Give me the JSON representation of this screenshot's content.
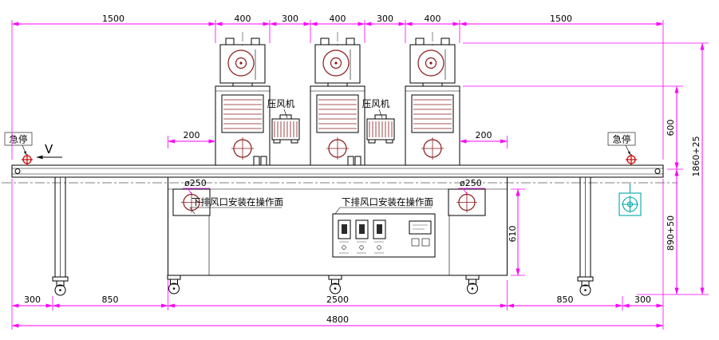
{
  "dims": {
    "top": [
      "1500",
      "400",
      "300",
      "400",
      "300",
      "400",
      "1500"
    ],
    "bottom": [
      "300",
      "850",
      "2500",
      "850",
      "300"
    ],
    "total": "4800",
    "right": {
      "h600": "600",
      "h1860": "1860+25",
      "h890": "890+50"
    },
    "mid": {
      "left200": "200",
      "right200": "200",
      "d610": "610"
    },
    "dia": {
      "left": "ø250",
      "right": "ø250"
    }
  },
  "labels": {
    "estop_left": "急停",
    "estop_right": "急停",
    "blower_left": "压风机",
    "blower_right": "压风机",
    "exhaust_left": "下排风口安装在操作面",
    "exhaust_right": "下排风口安装在操作面",
    "direction": "V"
  },
  "colors": {
    "dimension": "#ff00ff",
    "line": "#000000",
    "detail_red": "#8b1a1a",
    "accent_cyan": "#00a6a6",
    "estop_red": "#cc0000"
  }
}
